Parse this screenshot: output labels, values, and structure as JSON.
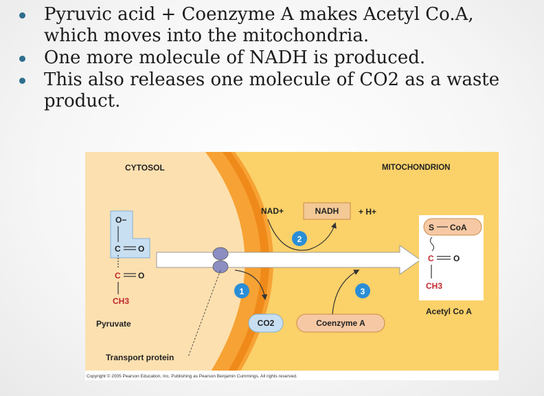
{
  "bullets": [
    {
      "text": "Pyruvic acid + Coenzyme A makes Acetyl Co.A, which moves into the mitochondria."
    },
    {
      "text": "One more molecule of NADH is produced."
    },
    {
      "text": "This also releases one molecule of CO2 as a waste product."
    }
  ],
  "diagram": {
    "cytosol_label": "CYTOSOL",
    "mitochondrion_label": "MITOCHONDRION",
    "nad_label": "NAD+",
    "nadh_label": "NADH",
    "h_label": "+ H+",
    "co2_label": "CO2",
    "coenzyme_a_label": "Coenzyme A",
    "pyruvate_label": "Pyruvate",
    "transport_label": "Transport protein",
    "acetyl_label": "Acetyl Co A",
    "step1": "1",
    "step2": "2",
    "step3": "3",
    "pyruvate_atoms": {
      "o_minus": "O−",
      "c": "C",
      "o": "O",
      "ch3": "CH3"
    },
    "acetyl_atoms": {
      "s": "S",
      "coa": "CoA",
      "c": "C",
      "o": "O",
      "ch3": "CH3"
    },
    "copyright": "Copyright © 2005 Pearson Education, Inc. Publishing as Pearson Benjamin Cummings. All rights reserved.",
    "colors": {
      "cytosol": "#fde0b0",
      "membrane_outer": "#f7a234",
      "membrane_inner": "#f18c1e",
      "matrix": "#fbd169",
      "molecule_box": "#c8dff2",
      "coenzyme_box": "#f6c9a4",
      "step_circle": "#2a8ed6",
      "oxygen_red": "#c1272d"
    }
  }
}
